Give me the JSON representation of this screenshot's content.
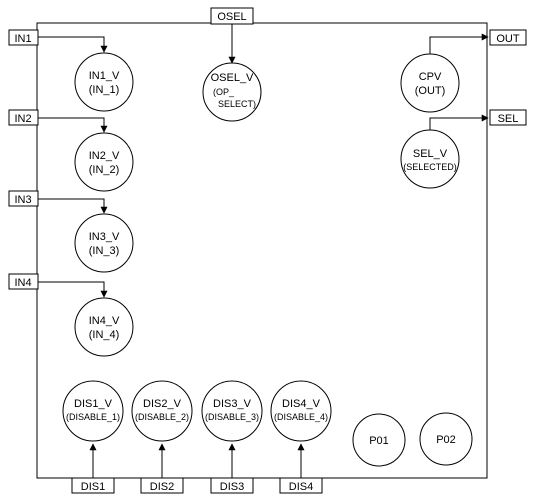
{
  "block": {
    "inputs": [
      {
        "id": "IN1",
        "label": "IN1"
      },
      {
        "id": "IN2",
        "label": "IN2"
      },
      {
        "id": "IN3",
        "label": "IN3"
      },
      {
        "id": "IN4",
        "label": "IN4"
      }
    ],
    "top_pin": {
      "id": "OSEL",
      "label": "OSEL"
    },
    "outputs": [
      {
        "id": "OUT",
        "label": "OUT"
      },
      {
        "id": "SEL",
        "label": "SEL"
      }
    ],
    "bottom_pins": [
      {
        "id": "DIS1",
        "label": "DIS1"
      },
      {
        "id": "DIS2",
        "label": "DIS2"
      },
      {
        "id": "DIS3",
        "label": "DIS3"
      },
      {
        "id": "DIS4",
        "label": "DIS4"
      }
    ],
    "bubbles": {
      "in1": {
        "line1": "IN1_V",
        "line2": "(IN_1)"
      },
      "in2": {
        "line1": "IN2_V",
        "line2": "(IN_2)"
      },
      "in3": {
        "line1": "IN3_V",
        "line2": "(IN_3)"
      },
      "in4": {
        "line1": "IN4_V",
        "line2": "(IN_4)"
      },
      "osel": {
        "line1": "OSEL_V",
        "line2": "(OP_",
        "line3": "SELECT)"
      },
      "cpv": {
        "line1": "CPV",
        "line2": "(OUT)"
      },
      "sel": {
        "line1": "SEL_V",
        "line2": "(SELECTED)"
      },
      "dis1": {
        "line1": "DIS1_V",
        "line2": "(DISABLE_1)"
      },
      "dis2": {
        "line1": "DIS2_V",
        "line2": "(DISABLE_2)"
      },
      "dis3": {
        "line1": "DIS3_V",
        "line2": "(DISABLE_3)"
      },
      "dis4": {
        "line1": "DIS4_V",
        "line2": "(DISABLE_4)"
      },
      "p01": {
        "line1": "P01"
      },
      "p02": {
        "line1": "P02"
      }
    }
  }
}
